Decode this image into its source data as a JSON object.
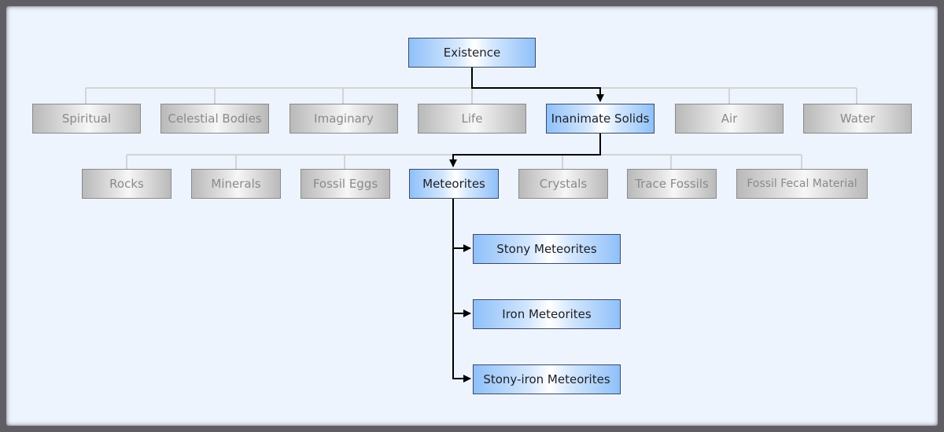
{
  "diagram": {
    "root": "Existence",
    "level1": [
      "Spiritual",
      "Celestial Bodies",
      "Imaginary",
      "Life",
      "Inanimate Solids",
      "Air",
      "Water"
    ],
    "level2": [
      "Rocks",
      "Minerals",
      "Fossil Eggs",
      "Meteorites",
      "Crystals",
      "Trace Fossils",
      "Fossil Fecal Material"
    ],
    "level3": [
      "Stony Meteorites",
      "Iron Meteorites",
      "Stony-iron Meteorites"
    ],
    "selected_path": [
      "Existence",
      "Inanimate Solids",
      "Meteorites"
    ]
  },
  "colors": {
    "background": "#eef4fe",
    "frame": "#5e5e64",
    "active_gradient_edge": "#8fc0f9",
    "inactive_gradient_edge": "#b9b9b9",
    "active_text": "#1e1e28",
    "inactive_text": "#8a8a8a",
    "active_connector": "#000000",
    "inactive_connector": "#d4d4d4"
  }
}
